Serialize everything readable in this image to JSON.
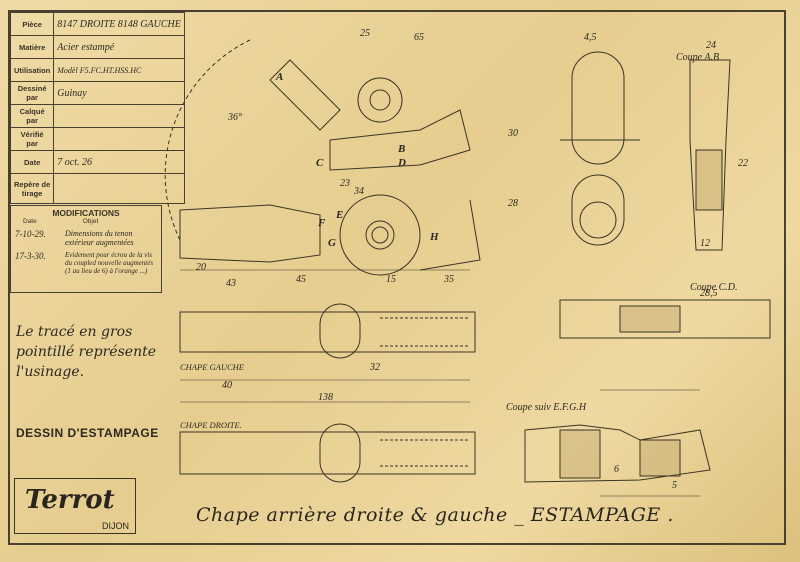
{
  "title_block": {
    "piece_label": "Pièce",
    "piece_value": "8147 DROITE 8148 GAUCHE",
    "matiere_label": "Matière",
    "matiere_value": "Acier estampé",
    "utilisation_label": "Utilisation",
    "utilisation_value": "Modèl F5.FC.HT.HSS.HC",
    "dessine_label": "Dessiné par",
    "dessine_value": "Guinay",
    "calque_label": "Calqué par",
    "calque_value": "",
    "verifie_label": "Vérifié par",
    "verifie_value": "",
    "date_label": "Date",
    "date_value": "7 oct. 26",
    "repere_label": "Repère de tirage",
    "repere_value": ""
  },
  "modifications": {
    "title": "MODIFICATIONS",
    "col_date": "Date",
    "col_objet": "Objet",
    "rows": [
      {
        "date": "7-10-29.",
        "objet": "Dimensions du tenon extérieur augmentées"
      },
      {
        "date": "17-3-30.",
        "objet": "Evidement pour écrou de la vis du coupled nouvelle augmentés (1 au lieu de 6) à l'orange ...)"
      }
    ]
  },
  "note": "Le tracé en gros pointillé représente l'usinage.",
  "dessin_label": "DESSIN D'ESTAMPAGE",
  "logo": {
    "brand": "Terrot",
    "city": "DIJON"
  },
  "drawing_title": "Chape arrière droite & gauche _ ESTAMPAGE .",
  "section_labels": {
    "coupe_ab": "Coupe A.B",
    "coupe_cd": "Coupe C.D.",
    "coupe_efgh": "Coupe suiv E.F.G.H",
    "chape_gauche": "CHAPE GAUCHE",
    "chape_droite": "CHAPE DROITE."
  },
  "dimensions": [
    "25",
    "65",
    "4,5",
    "24",
    "36°",
    "30",
    "28",
    "23",
    "34",
    "43",
    "45",
    "15",
    "35",
    "20",
    "138",
    "40",
    "32",
    "28,5",
    "12",
    "22",
    "5",
    "6"
  ],
  "letters": [
    "A",
    "B",
    "C",
    "D",
    "E",
    "F",
    "G",
    "H"
  ]
}
